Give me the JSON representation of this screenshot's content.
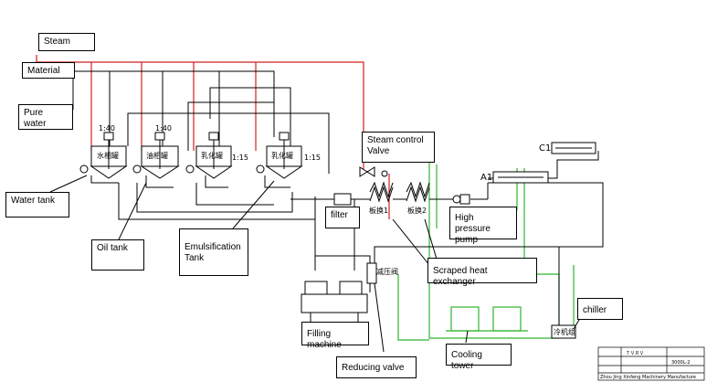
{
  "labels": {
    "steam": "Steam",
    "material": "Material",
    "pure_water": "Pure\nwater",
    "water_tank": "Water tank",
    "oil_tank": "Oil tank",
    "emulsification_tank": "Emulsification\nTank",
    "steam_control_valve": "Steam control\n Valve",
    "filter": "filter",
    "high_pressure_pump": "High pressure\npump",
    "scraped_heat_exchanger": "Scraped heat exchanger",
    "chiller": "chiller",
    "filling_machine": "Filling machine",
    "cooling_tower": "Cooling tower",
    "reducing_valve": "Reducing valve"
  },
  "tank_marks": {
    "t1": "水相罐",
    "t2": "油相罐",
    "t3": "乳化罐",
    "t4": "乳化罐",
    "ratio_1_40": "1:40",
    "ratio_1_40b": "1:40",
    "ratio_1_15": "1:15",
    "ratio_1_15b": "1:15"
  },
  "equip_marks": {
    "plate1": "板换1",
    "plate2": "板换2",
    "reducing": "减压阀",
    "chiller_unit": "冷机组",
    "a1": "A1",
    "c1": "C1"
  },
  "title_block": {
    "logo": "ＴＶＲＶ",
    "company": "Zhou Jing Xinfeng Machinery Manufacture",
    "code": "3000L-2"
  },
  "colors": {
    "steam_line": "#d22020",
    "cooling_line": "#2fb52f",
    "line": "#000000"
  }
}
